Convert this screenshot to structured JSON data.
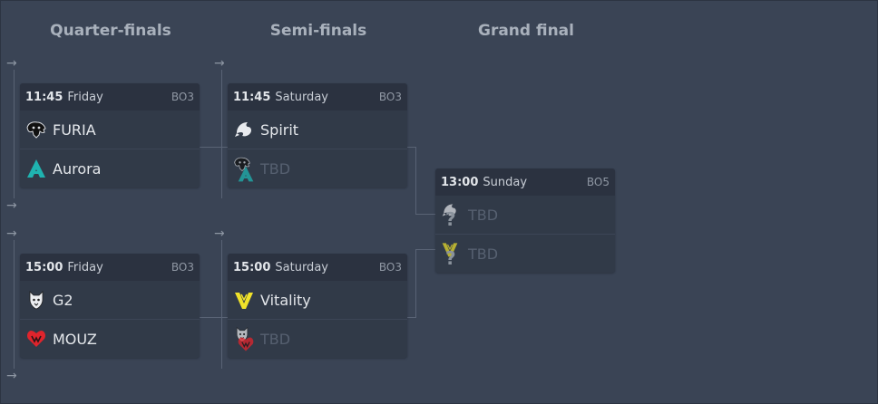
{
  "rounds": {
    "quarter": "Quarter-finals",
    "semi": "Semi-finals",
    "final": "Grand final"
  },
  "matches": {
    "qf1": {
      "time": "11:45",
      "day": "Friday",
      "format": "BO3",
      "team1": "FURIA",
      "team2": "Aurora"
    },
    "qf2": {
      "time": "15:00",
      "day": "Friday",
      "format": "BO3",
      "team1": "G2",
      "team2": "MOUZ"
    },
    "sf1": {
      "time": "11:45",
      "day": "Saturday",
      "format": "BO3",
      "team1": "Spirit",
      "team2": "TBD"
    },
    "sf2": {
      "time": "15:00",
      "day": "Saturday",
      "format": "BO3",
      "team1": "Vitality",
      "team2": "TBD"
    },
    "gf": {
      "time": "13:00",
      "day": "Sunday",
      "format": "BO5",
      "team1": "TBD",
      "team2": "TBD"
    }
  },
  "arrow_glyph": "→",
  "question_glyph": "?",
  "colors": {
    "background": "#3a4455",
    "card": "#313a48",
    "card_header": "#2b3240",
    "aurora": "#1fb3b0",
    "mouz": "#e0242c",
    "vitality": "#f0e22a"
  },
  "icons": [
    "furia-logo-icon",
    "aurora-logo-icon",
    "spirit-logo-icon",
    "g2-logo-icon",
    "mouz-logo-icon",
    "vitality-logo-icon",
    "arrow-right-icon"
  ]
}
